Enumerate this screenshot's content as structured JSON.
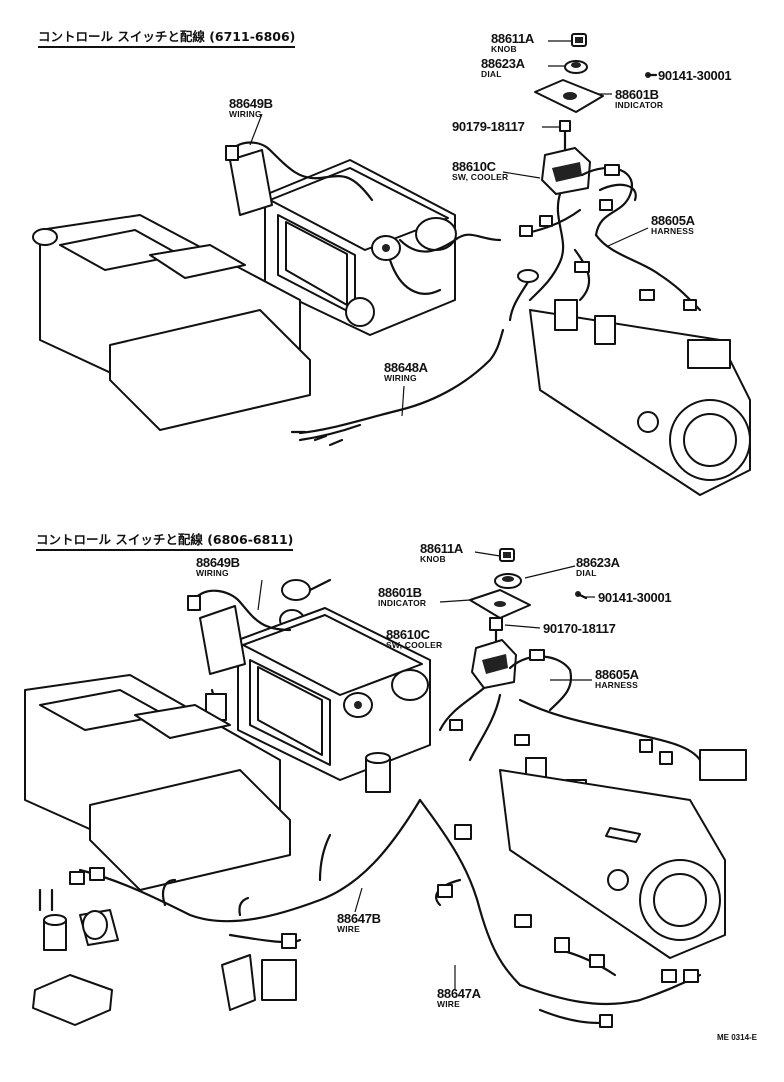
{
  "sections": [
    {
      "title": "コントロール スイッチと配線 (6711-6806)",
      "parts": [
        {
          "number": "88611A",
          "name": "KNOB"
        },
        {
          "number": "88623A",
          "name": "DIAL"
        },
        {
          "number": "90141-30001",
          "name": ""
        },
        {
          "number": "88601B",
          "name": "INDICATOR"
        },
        {
          "number": "90179-18117",
          "name": ""
        },
        {
          "number": "88649B",
          "name": "WIRING"
        },
        {
          "number": "88610C",
          "name": "SW, COOLER"
        },
        {
          "number": "88605A",
          "name": "HARNESS"
        },
        {
          "number": "88648A",
          "name": "WIRING"
        }
      ]
    },
    {
      "title": "コントロール スイッチと配線 (6806-6811)",
      "parts": [
        {
          "number": "88611A",
          "name": "KNOB"
        },
        {
          "number": "88623A",
          "name": "DIAL"
        },
        {
          "number": "88649B",
          "name": "WIRING"
        },
        {
          "number": "88601B",
          "name": "INDICATOR"
        },
        {
          "number": "90141-30001",
          "name": ""
        },
        {
          "number": "88610C",
          "name": "SW, COOLER"
        },
        {
          "number": "90170-18117",
          "name": ""
        },
        {
          "number": "88605A",
          "name": "HARNESS"
        },
        {
          "number": "88647B",
          "name": "WIRE"
        },
        {
          "number": "88647A",
          "name": "WIRE"
        }
      ]
    }
  ],
  "figure_code": "ME 0314-E"
}
